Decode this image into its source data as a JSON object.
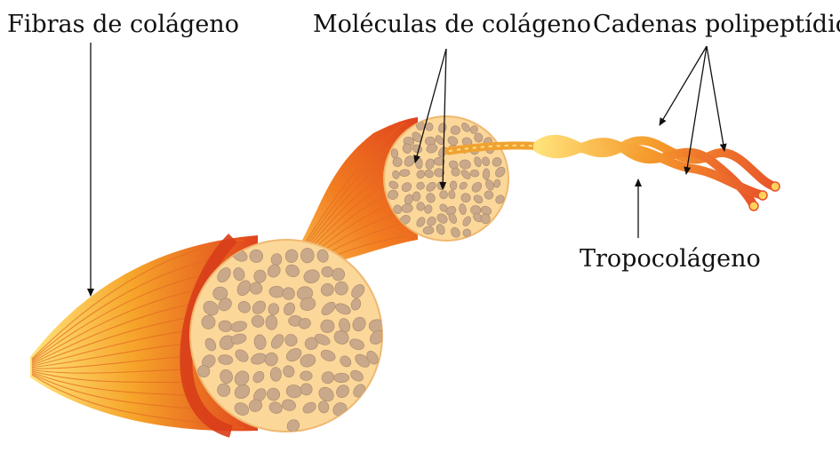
{
  "labels": {
    "fibras": "Fibras de colágeno",
    "moleculas": "Moléculas de colágeno",
    "cadenas": "Cadenas polipeptídicas",
    "tropocolageno": "Tropocolágeno"
  },
  "colors": {
    "fiber_dark": "#e0421c",
    "fiber_mid": "#f07a1e",
    "fiber_light": "#ffd35c",
    "cross_section_fill": "#fbd79a",
    "molecule_fill": "#c9a98a",
    "arrow": "#111111",
    "background": "#ffffff"
  }
}
